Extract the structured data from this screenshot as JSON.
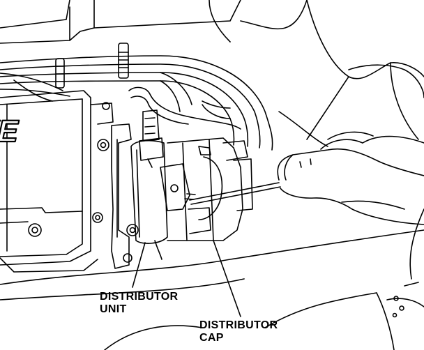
{
  "engine_lettering": "VE",
  "labels": {
    "distributor_unit": {
      "line1": "DISTRIBUTOR",
      "line2": "UNIT"
    },
    "distributor_cap": {
      "line1": "DISTRIBUTOR",
      "line2": "CAP"
    }
  },
  "colors": {
    "ink": "#000000",
    "paper": "#ffffff"
  }
}
